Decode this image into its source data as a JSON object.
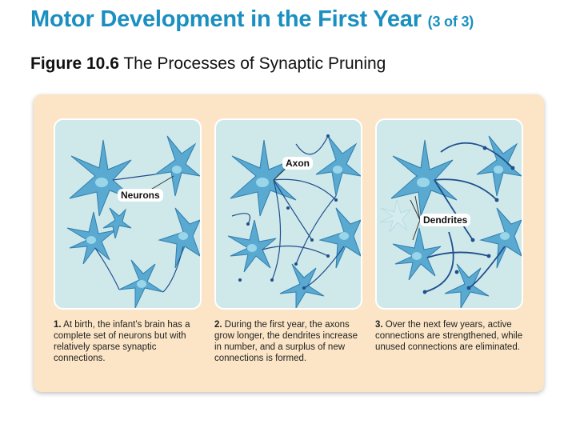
{
  "title": {
    "main": "Motor Development in the First Year",
    "suffix": "(3 of 3)"
  },
  "caption": {
    "label": "Figure 10.6",
    "text": "The Processes of Synaptic Pruning"
  },
  "stages": [
    {
      "number": "1.",
      "text": "At birth, the infant’s brain has a complete set of neurons but with relatively sparse synaptic connections.",
      "callout": "Neurons"
    },
    {
      "number": "2.",
      "text": "During the first year, the axons grow longer, the dendrites increase in number, and a surplus of new connections is formed.",
      "callout": "Axon"
    },
    {
      "number": "3.",
      "text": "Over the next few years, active connections are strengthened, while unused connections are eliminated.",
      "callout": "Dendrites"
    }
  ],
  "colors": {
    "title": "#1a8fc0",
    "panel": "#fbe5c6",
    "stage_bg": "#cfe8ea",
    "neuron": "#5aa9d0",
    "axon": "#1e4e8c"
  }
}
